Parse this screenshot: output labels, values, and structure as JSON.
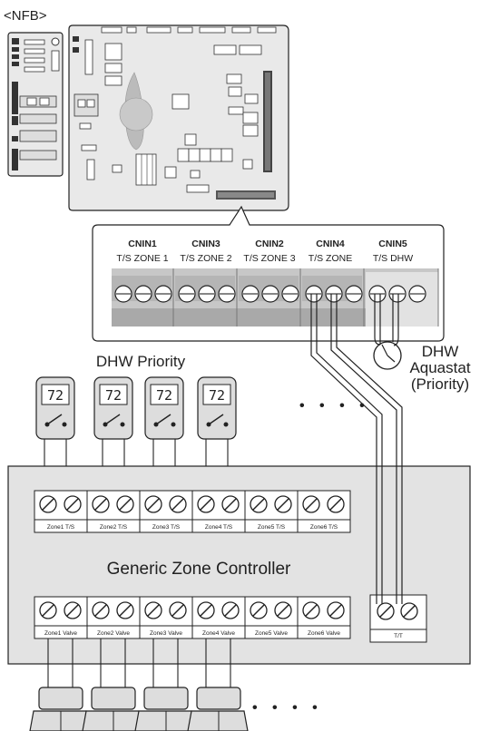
{
  "header_label": "<NFB>",
  "connectors": [
    {
      "name": "CNIN1",
      "label": "T/S ZONE 1"
    },
    {
      "name": "CNIN3",
      "label": "T/S ZONE 2"
    },
    {
      "name": "CNIN2",
      "label": "T/S ZONE 3"
    },
    {
      "name": "CNIN4",
      "label": "T/S ZONE"
    },
    {
      "name": "CNIN5",
      "label": "T/S DHW"
    }
  ],
  "dhw_priority_label": "DHW Priority",
  "thermostat_display": "72",
  "aquastat_label": [
    "DHW",
    "Aquastat",
    "(Priority)"
  ],
  "controller_title": "Generic Zone Controller",
  "ts_terminals": [
    "Zone1 T/S",
    "Zone2 T/S",
    "Zone3 T/S",
    "Zone4 T/S",
    "Zone5 T/S",
    "Zone6 T/S"
  ],
  "valve_terminals": [
    "Zone1 Valve",
    "Zone2 Valve",
    "Zone3 Valve",
    "Zone4 Valve",
    "Zone5 Valve",
    "Zone6 Valve"
  ],
  "tt_terminal": "T/T",
  "continuation_mark": "• • • •"
}
